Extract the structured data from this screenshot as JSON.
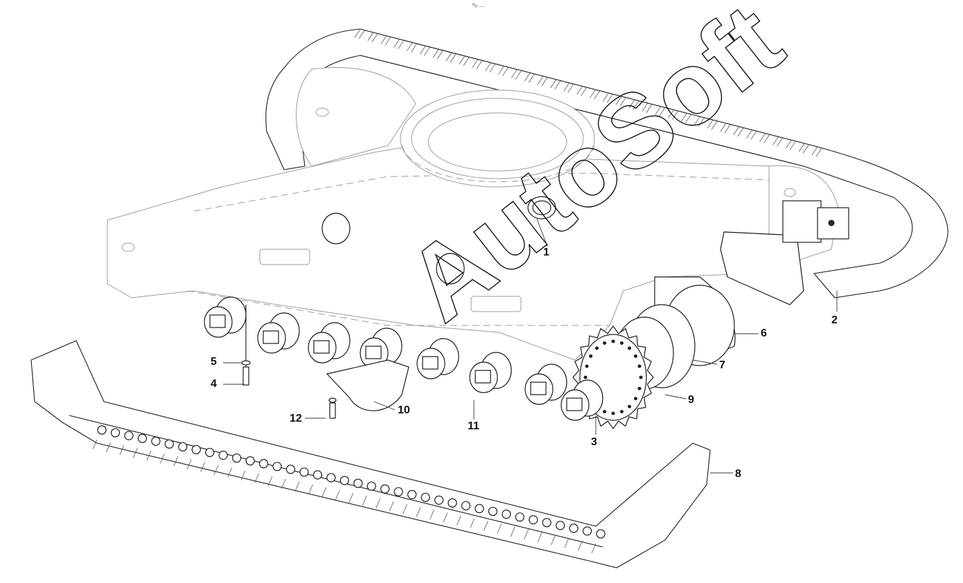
{
  "header": {
    "ellipsis": "ᵒₒ …"
  },
  "callouts": [
    {
      "id": "1",
      "label": "1"
    },
    {
      "id": "2",
      "label": "2"
    },
    {
      "id": "3",
      "label": "3"
    },
    {
      "id": "4",
      "label": "4"
    },
    {
      "id": "5",
      "label": "5"
    },
    {
      "id": "6",
      "label": "6"
    },
    {
      "id": "7",
      "label": "7"
    },
    {
      "id": "8",
      "label": "8"
    },
    {
      "id": "9",
      "label": "9"
    },
    {
      "id": "10",
      "label": "10"
    },
    {
      "id": "11",
      "label": "11"
    },
    {
      "id": "12",
      "label": "12"
    }
  ],
  "watermark": {
    "text": "AutoSoft"
  },
  "colors": {
    "line": "#1a1a1a",
    "frame": "#9a9a9a",
    "background": "#ffffff"
  }
}
